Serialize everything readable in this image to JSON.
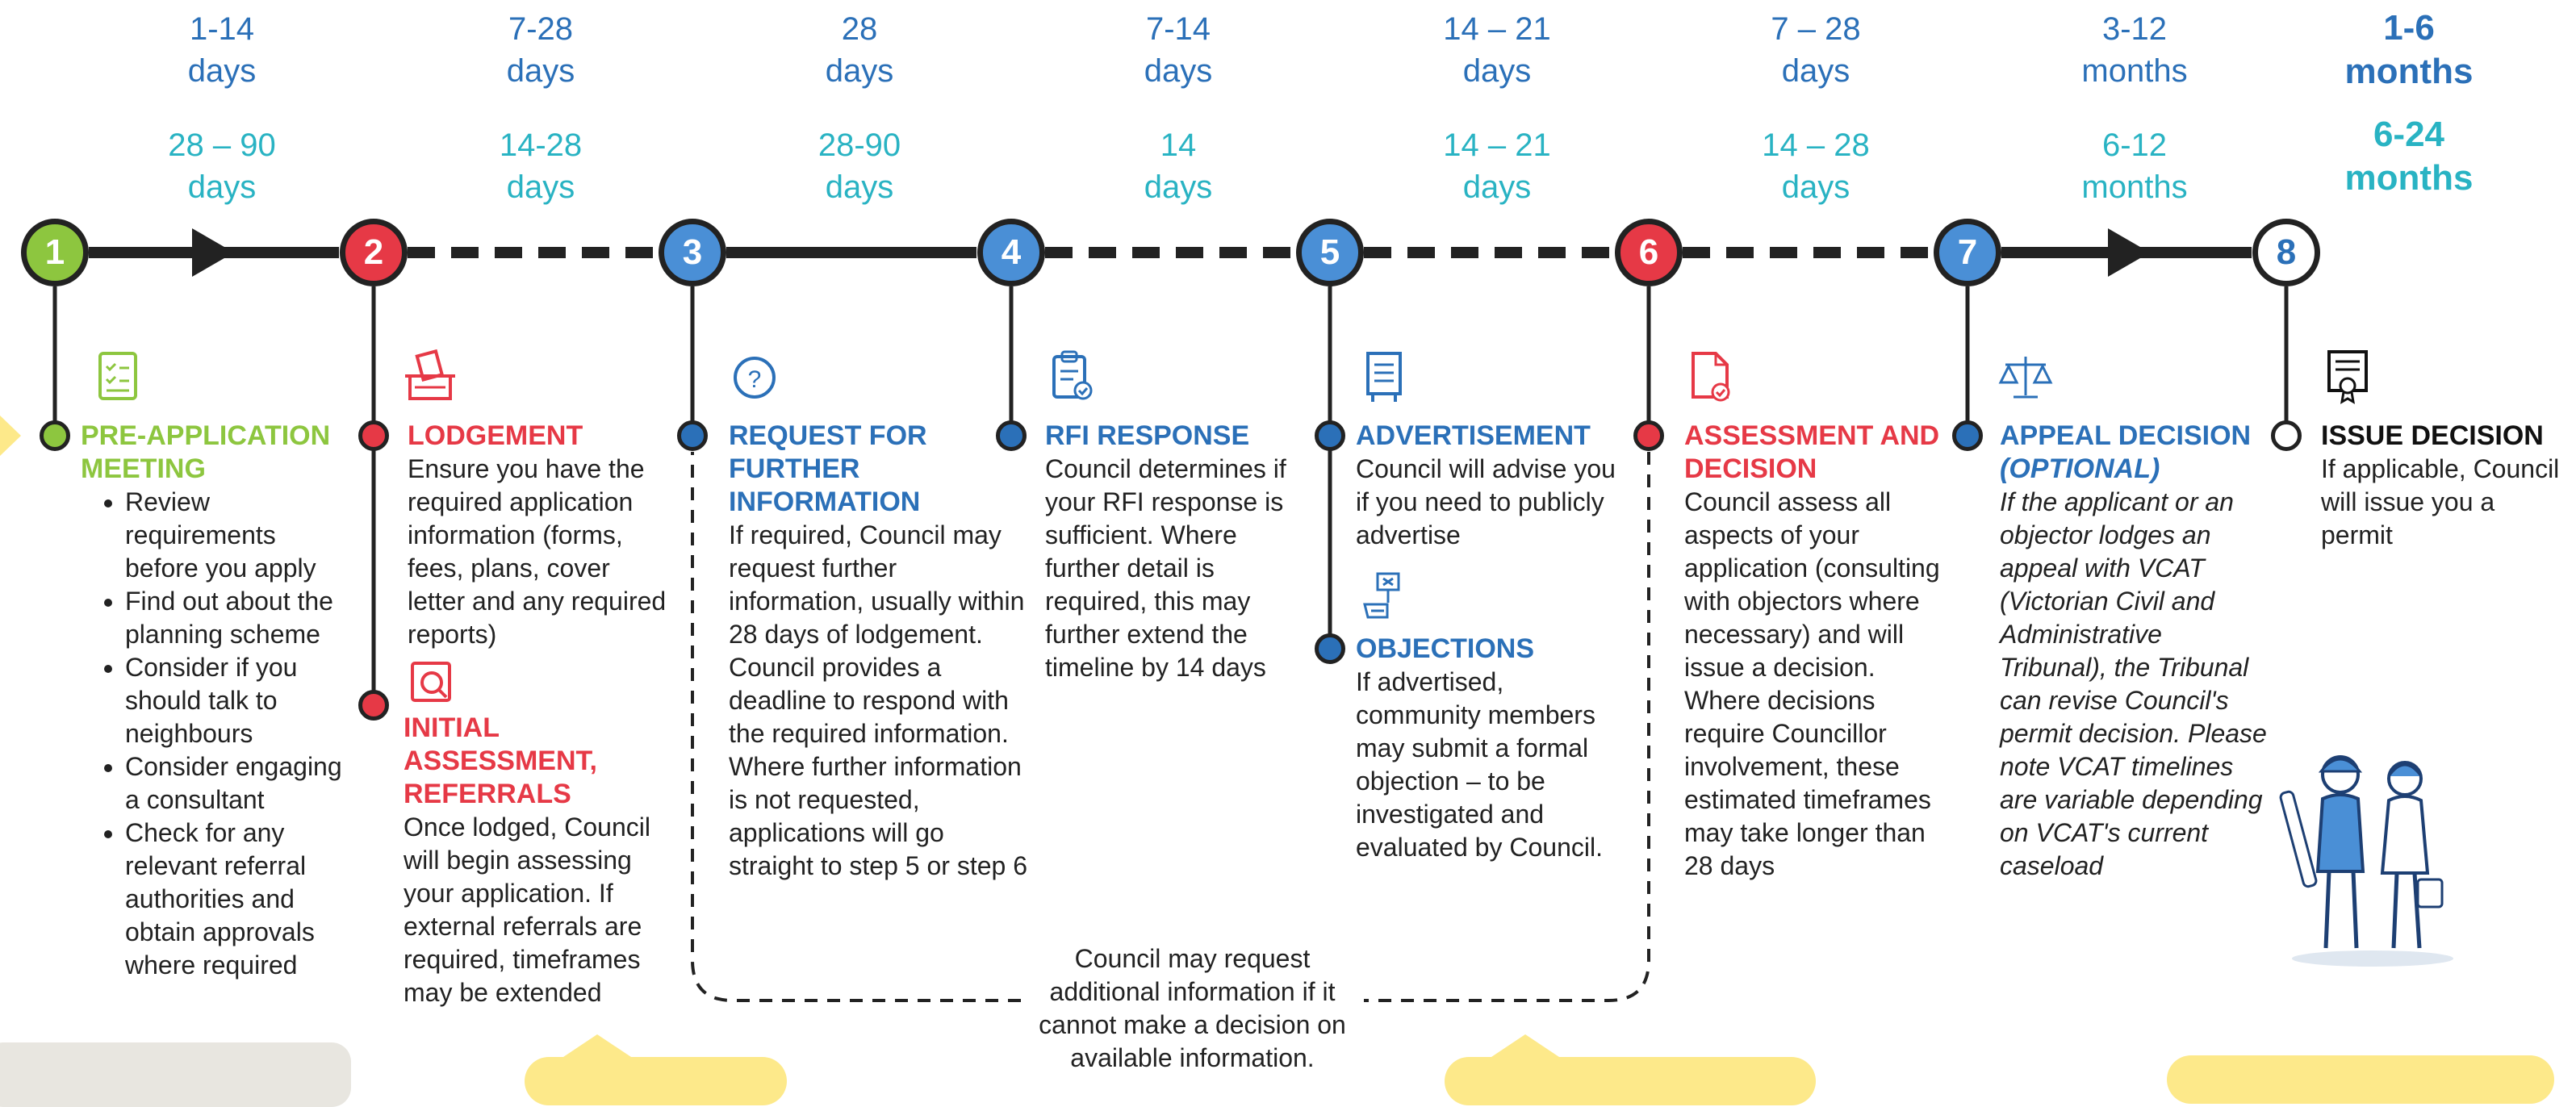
{
  "timeline": {
    "durations": [
      {
        "top": "1-14",
        "top_unit": "days",
        "bottom": "28 – 90",
        "bottom_unit": "days"
      },
      {
        "top": "7-28",
        "top_unit": "days",
        "bottom": "14-28",
        "bottom_unit": "days"
      },
      {
        "top": "28",
        "top_unit": "days",
        "bottom": "28-90",
        "bottom_unit": "days"
      },
      {
        "top": "7-14",
        "top_unit": "days",
        "bottom": "14",
        "bottom_unit": "days"
      },
      {
        "top": "14 – 21",
        "top_unit": "days",
        "bottom": "14 – 21",
        "bottom_unit": "days"
      },
      {
        "top": "7 – 28",
        "top_unit": "days",
        "bottom": "14 – 28",
        "bottom_unit": "days"
      },
      {
        "top": "3-12",
        "top_unit": "months",
        "bottom": "6-12",
        "bottom_unit": "months"
      }
    ],
    "totals": {
      "top": "1-6",
      "top_unit": "months",
      "bottom": "6-24",
      "bottom_unit": "months"
    },
    "steps": [
      "1",
      "2",
      "3",
      "4",
      "5",
      "6",
      "7",
      "8"
    ],
    "colors": {
      "green": "#8dc63f",
      "red": "#e63946",
      "blue": "#4a8fd6",
      "dark_blue": "#2b70b8",
      "teal": "#29b3c3",
      "line": "#222222",
      "yellow": "#fde98a"
    }
  },
  "stages": {
    "pre_application": {
      "title": "PRE-APPLICATION MEETING",
      "icon": "checklist-icon",
      "bullets": [
        "Review requirements before you apply",
        "Find out about the planning scheme",
        "Consider if you should talk to neighbours",
        "Consider engaging a consultant",
        "Check for any relevant referral authorities and obtain approvals where required"
      ]
    },
    "lodgement": {
      "title": "LODGEMENT",
      "icon": "ballot-box-icon",
      "text": "Ensure you have the required application information (forms, fees, plans, cover letter and any required reports)"
    },
    "initial_assessment": {
      "title": "INITIAL ASSESSMENT, REFERRALS",
      "icon": "document-search-icon",
      "text": "Once lodged, Council will begin assessing your application. If external referrals are required, timeframes may be extended"
    },
    "request_info": {
      "title": "REQUEST FOR FURTHER INFORMATION",
      "icon": "question-icon",
      "text": "If required, Council may request further information, usually within 28 days of lodgement. Council provides a deadline to respond with the required information. Where further information is not requested, applications will go straight to step 5 or step 6"
    },
    "rfi_response": {
      "title": "RFI RESPONSE",
      "icon": "clipboard-check-icon",
      "text": "Council determines if your RFI response is sufficient. Where further detail is required, this may further extend the timeline by 14 days"
    },
    "advertisement": {
      "title": "ADVERTISEMENT",
      "icon": "noticeboard-icon",
      "text": "Council will advise you if you need to publicly advertise"
    },
    "objections": {
      "title": "OBJECTIONS",
      "icon": "objection-hand-icon",
      "text": "If advertised, community members may submit a formal objection – to be investigated and evaluated by Council."
    },
    "assessment_decision": {
      "title": "ASSESSMENT AND DECISION",
      "icon": "document-check-icon",
      "text": "Council assess all aspects of your application (consulting with objectors where necessary) and will issue a decision. Where decisions require Councillor involvement, these estimated timeframes may take longer than 28 days"
    },
    "appeal": {
      "title": "APPEAL DECISION",
      "subtitle": "(OPTIONAL)",
      "icon": "scales-icon",
      "text": "If the applicant or an objector lodges an appeal with VCAT (Victorian Civil and Administrative Tribunal), the Tribunal can revise Council's permit decision. Please note VCAT timelines are variable depending on VCAT's current caseload"
    },
    "issue_decision": {
      "title": "ISSUE DECISION",
      "icon": "certificate-icon",
      "text": "If applicable, Council will issue you a permit"
    }
  },
  "loop_note": "Council may request additional information if it cannot make a decision on available information.",
  "illustration": "two-people-with-plans-illustration"
}
